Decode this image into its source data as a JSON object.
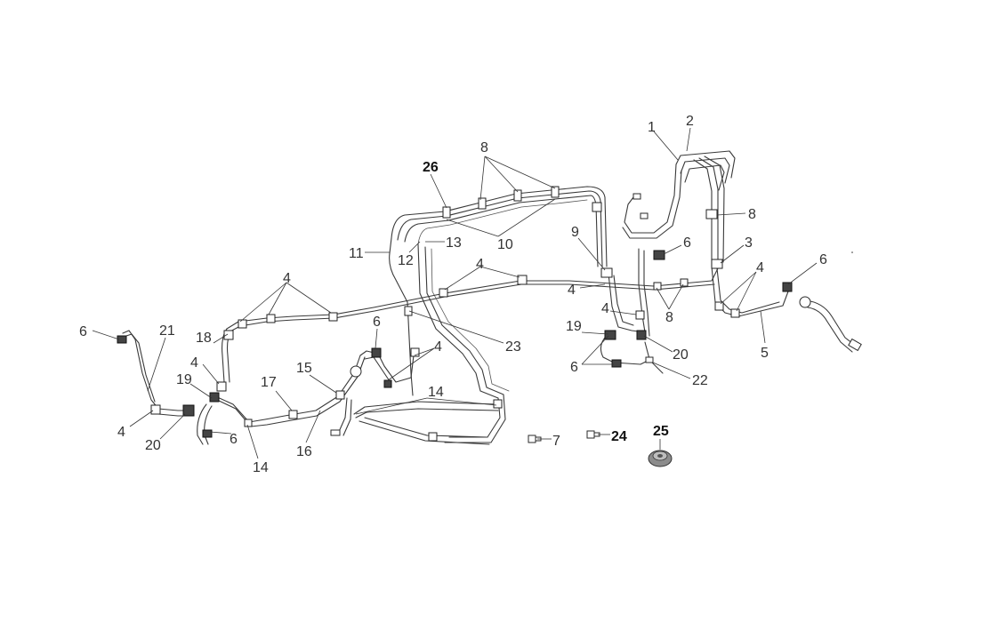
{
  "callouts": {
    "c1": "1",
    "c2": "2",
    "c3": "3",
    "c4": "4",
    "c5": "5",
    "c6": "6",
    "c7": "7",
    "c8": "8",
    "c9": "9",
    "c10": "10",
    "c11": "11",
    "c12": "12",
    "c13": "13",
    "c14": "14",
    "c15": "15",
    "c16": "16",
    "c17": "17",
    "c18": "18",
    "c19": "19",
    "c20": "20",
    "c21": "21",
    "c22": "22",
    "c23": "23",
    "c24": "24",
    "c25": "25",
    "c26": "26"
  },
  "colors": {
    "line": "#3a3a3a",
    "background": "#ffffff",
    "part25_fill": "#8c8c8c"
  }
}
